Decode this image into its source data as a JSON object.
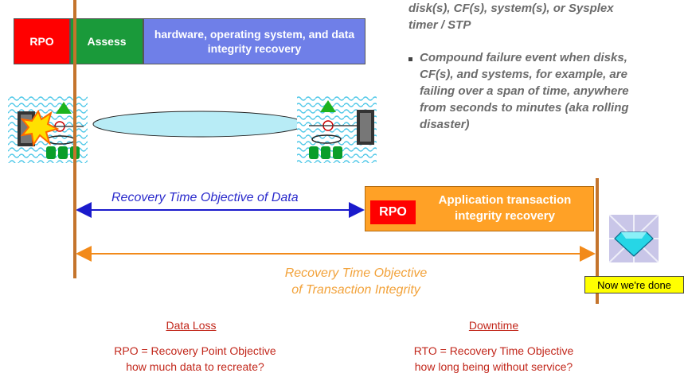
{
  "top_bar": {
    "rpo": "RPO",
    "assess": "Assess",
    "recovery": "hardware, operating system, and data integrity recovery"
  },
  "bullets": {
    "item1_line1": "disk(s), CF(s), system(s), or Sysplex",
    "item1_line2": "timer / STP",
    "item2_line1": "Compound failure event when disks,",
    "item2_line2": "CF(s), and systems, for example, are",
    "item2_line3": "failing over a span of time, anywhere",
    "item2_line4": "from seconds to minutes (aka rolling",
    "item2_line5": "disaster)"
  },
  "arrows": {
    "data_rto": "Recovery Time Objective of Data",
    "txn_rto_line1": "Recovery Time Objective",
    "txn_rto_line2": "of Transaction Integrity"
  },
  "app_box": {
    "rpo": "RPO",
    "text": "Application transaction integrity recovery"
  },
  "done": "Now we're done",
  "footer": {
    "data_loss": "Data Loss",
    "downtime": "Downtime",
    "rpo_line1": "RPO = Recovery Point Objective",
    "rpo_line2": "how much data to recreate?",
    "rto_line1": "RTO = Recovery Time Objective",
    "rto_line2": "how long being without service?"
  },
  "colors": {
    "timeline": "#c4742c",
    "arrow_blue": "#1a1acc",
    "arrow_orange": "#f28a1a",
    "rpo_red": "#ff0000",
    "assess_green": "#1a9a3a",
    "recovery_blue": "#6f7fe8",
    "app_orange": "#ffa126"
  }
}
